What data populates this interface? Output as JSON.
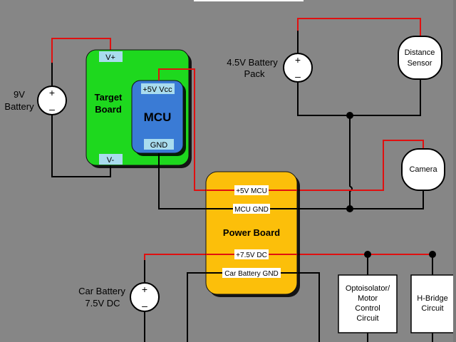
{
  "title_bar": "",
  "colors": {
    "background": "#868686",
    "power_wire": "#e01010",
    "ground_wire": "#000000",
    "target_board": "#1ed81e",
    "mcu": "#3a7bd5",
    "power_board": "#fcbf0a",
    "pin_label_bg": "#a9dcee"
  },
  "batteries": {
    "nine_volt": {
      "label_line1": "9V",
      "label_line2": "Battery",
      "plus": "+",
      "minus": "–"
    },
    "four_five": {
      "label_line1": "4.5V Battery",
      "label_line2": "Pack",
      "plus": "+",
      "minus": "–"
    },
    "car": {
      "label_line1": "Car Battery",
      "label_line2": "7.5V DC",
      "plus": "+",
      "minus": "–"
    }
  },
  "target_board": {
    "title_line1": "Target",
    "title_line2": "Board",
    "pin_vplus": "V+",
    "pin_vminus": "V-"
  },
  "mcu": {
    "title": "MCU",
    "pin_vcc": "+5V Vcc",
    "pin_gnd": "GND"
  },
  "power_board": {
    "title": "Power Board",
    "pins": [
      "+5V MCU",
      "MCU GND",
      "+7.5V DC",
      "Car Battery GND"
    ]
  },
  "devices": {
    "distance_sensor": {
      "line1": "Distance",
      "line2": "Sensor"
    },
    "camera": {
      "line1": "Camera"
    },
    "optoisolator": {
      "lines": [
        "Optoisolator/",
        "Motor",
        "Control",
        "Circuit"
      ]
    },
    "hbridge": {
      "lines": [
        "H-Bridge",
        "Circuit"
      ]
    }
  }
}
